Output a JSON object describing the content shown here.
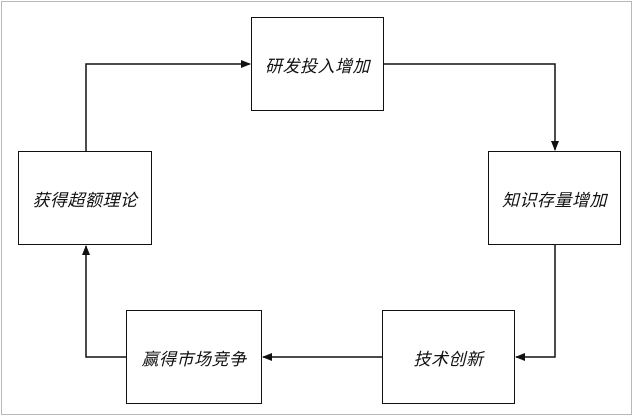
{
  "nodes": {
    "rd_increase": "研发投入增加",
    "knowledge_increase": "知识存量增加",
    "tech_innovation": "技术创新",
    "market_competition": "赢得市场竞争",
    "excess_profit": "获得超额理论"
  },
  "colors": {
    "line": "#111111",
    "border": "#111111",
    "frame": "#b8b8b8",
    "background": "#ffffff"
  }
}
